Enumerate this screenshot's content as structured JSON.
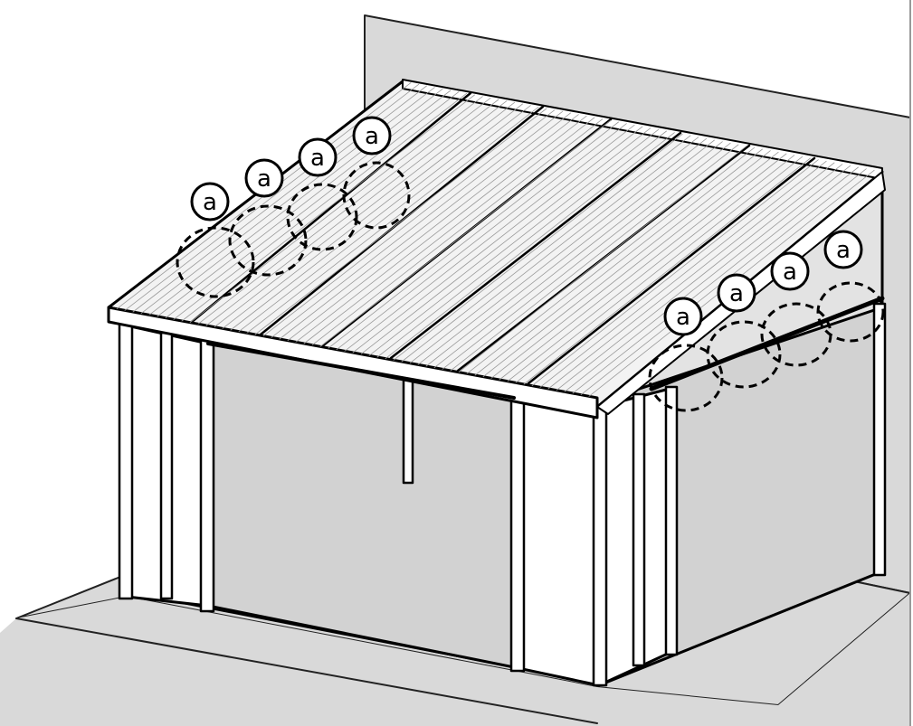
{
  "diagram": {
    "callout_label": "a",
    "left_callouts": [
      "a",
      "a",
      "a",
      "a"
    ],
    "right_callouts": [
      "a",
      "a",
      "a",
      "a"
    ],
    "colors": {
      "line": "#000000",
      "wall": "#d9d9d9",
      "floor": "#d4d4d4",
      "ground": "#d9d9d9",
      "roof": "#f2f2f2",
      "frame": "#ffffff"
    }
  }
}
